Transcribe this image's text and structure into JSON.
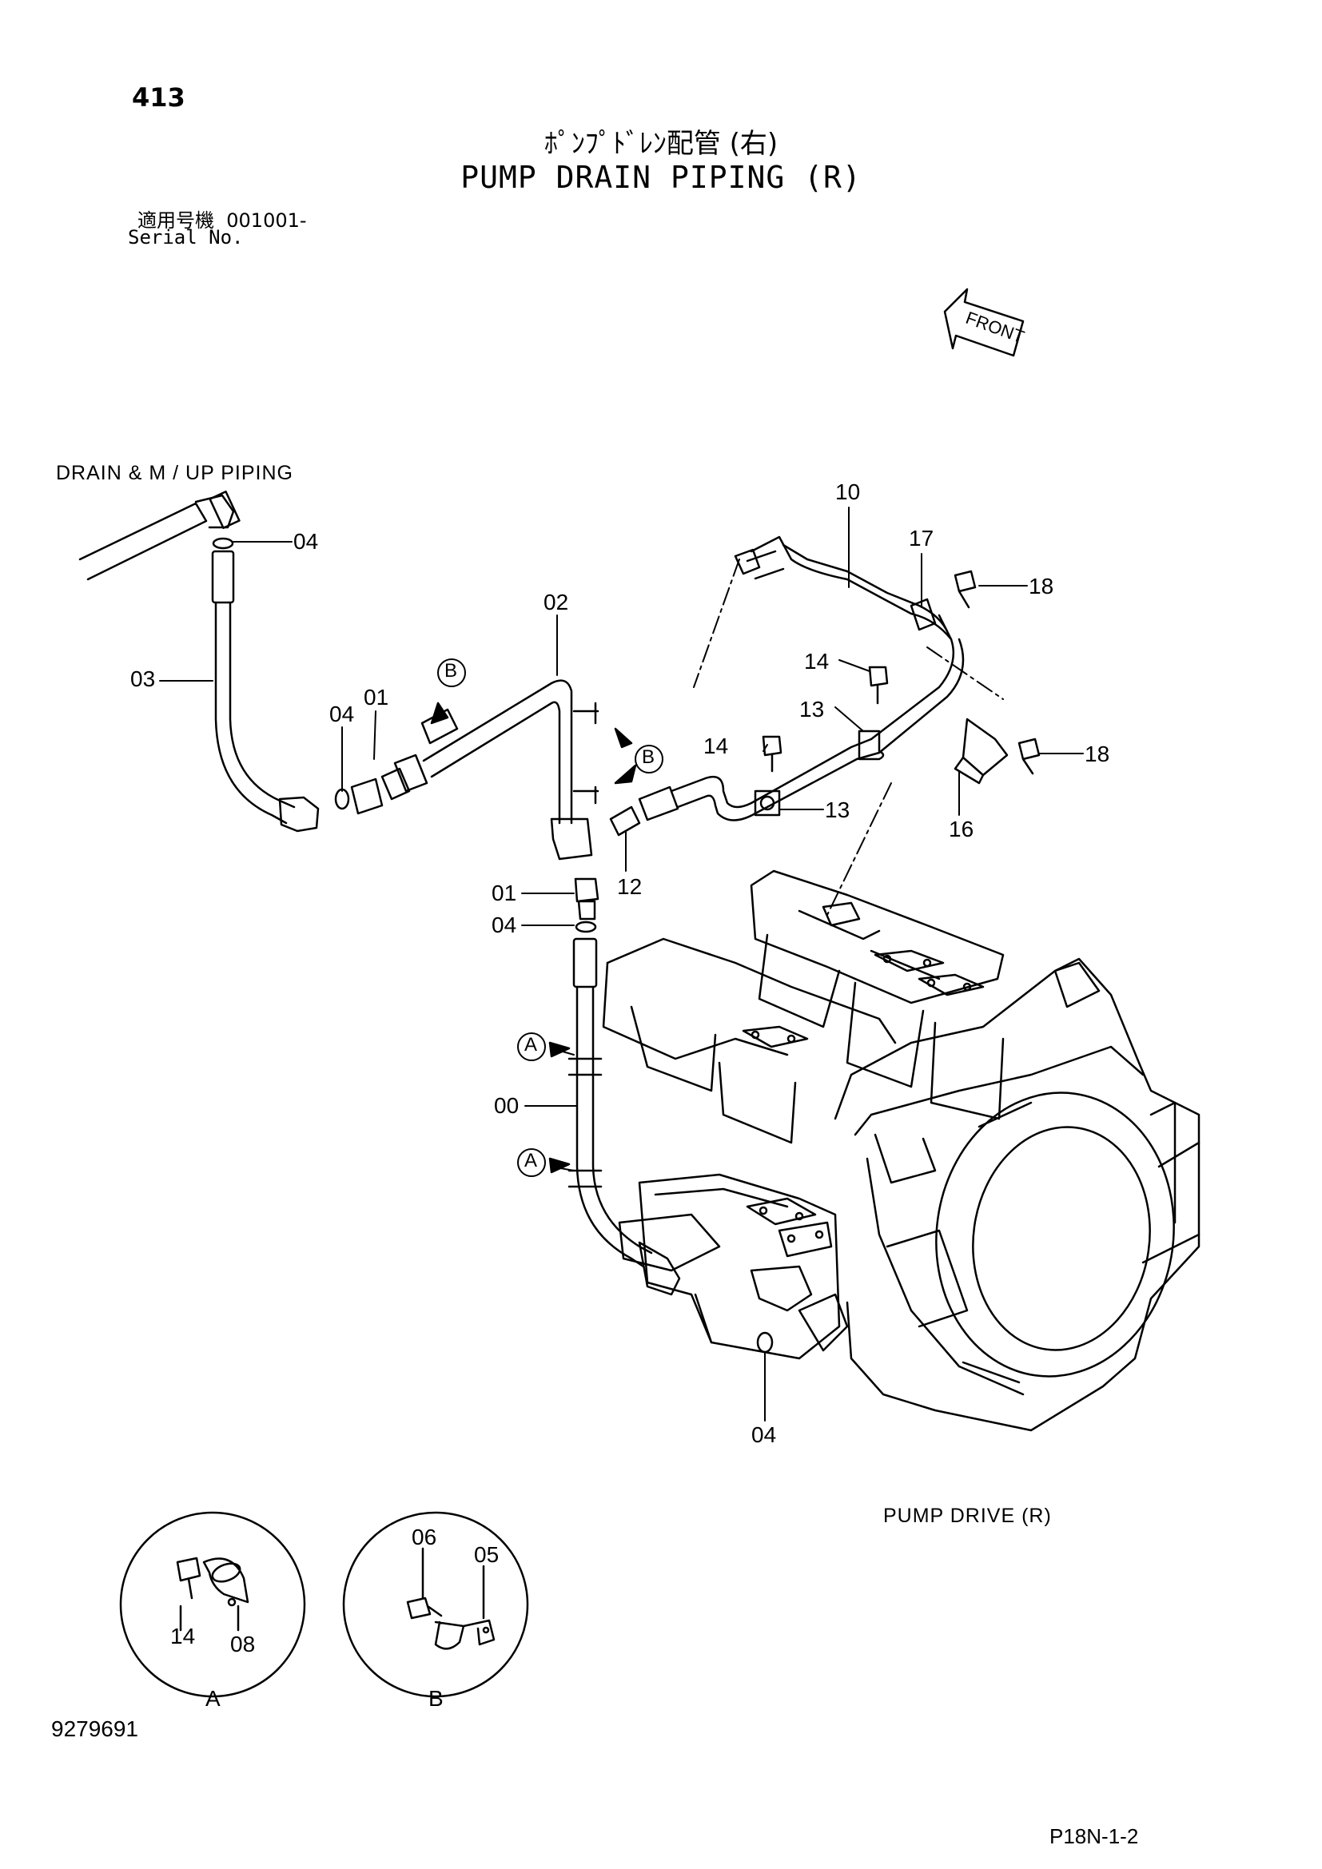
{
  "header": {
    "page_number": "413",
    "title_jp": "ﾎﾟﾝﾌﾟﾄﾞﾚﾝ配管 (右)",
    "title_en": "PUMP DRAIN PIPING (R)",
    "serial_label_jp": "適用号機",
    "serial_value": "001001-",
    "serial_label_en": "Serial No."
  },
  "diagram": {
    "front_label": "FRONT",
    "note_drain": "DRAIN & M / UP  PIPING",
    "note_pump": "PUMP  DRIVE (R)",
    "callouts": {
      "c04a": "04",
      "c03": "03",
      "c04b": "04",
      "c01a": "01",
      "c02": "02",
      "c10": "10",
      "c17": "17",
      "c18a": "18",
      "c14a": "14",
      "c13a": "13",
      "c14b": "14",
      "c18b": "18",
      "c13b": "13",
      "c16": "16",
      "c12": "12",
      "c01b": "01",
      "c04c": "04",
      "c00": "00",
      "c04d": "04",
      "c14c": "14",
      "c08": "08",
      "c06": "06",
      "c05": "05"
    },
    "view_tags": {
      "a1": "A",
      "a2": "A",
      "b1": "B",
      "b2": "B",
      "detail_a": "A",
      "detail_b": "B"
    }
  },
  "footer": {
    "doc_number": "9279691",
    "page_code": "P18N-1-2"
  }
}
